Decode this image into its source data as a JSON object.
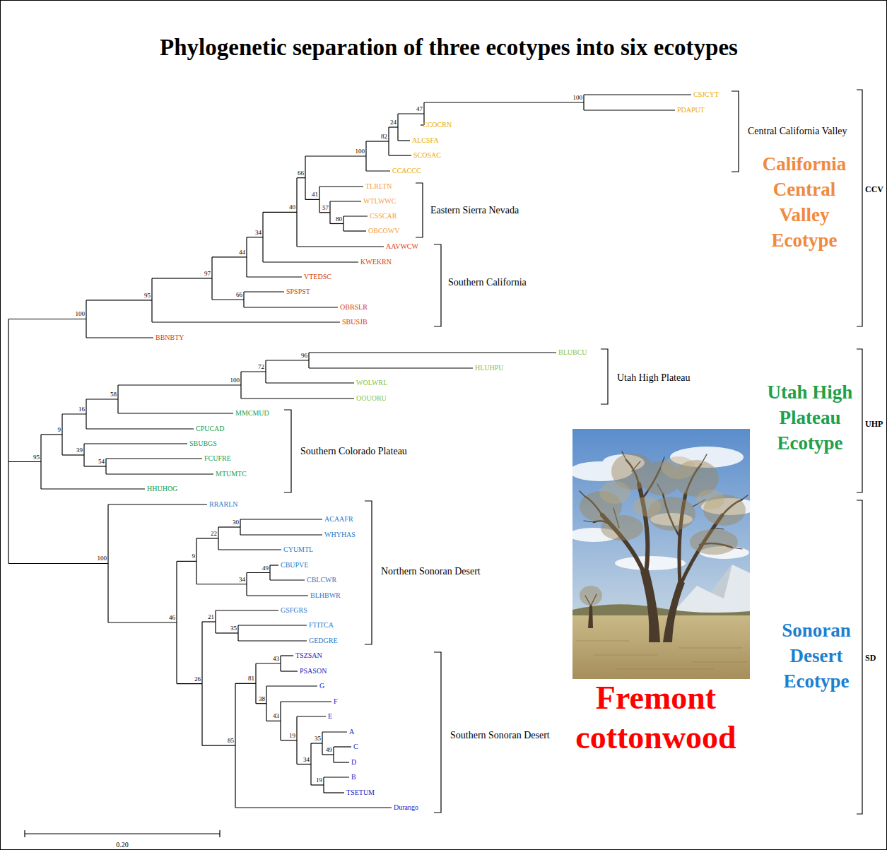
{
  "diagram": {
    "title": "Phylogenetic separation of three ecotypes into six ecotypes",
    "labels": [
      "CSJCYT",
      "PDAPUT",
      "CCOCRN",
      "ALCSFA",
      "SCOSAC",
      "CCACCC",
      "TLRLTN",
      "WTLWWC",
      "CSSCAR",
      "OBCOWV",
      "AAVWCW",
      "KWEKRN",
      "VTEDSC",
      "SPSPST",
      "OBRSLR",
      "SBUSJB",
      "BBNBTY",
      "BLUBCU",
      "HLUHPU",
      "WOLWRL",
      "OOUORU",
      "MMCMUD",
      "CPUCAD",
      "SBUBGS",
      "FCUFRE",
      "MTUMTC",
      "HHUHOG",
      "RRARLN",
      "ACAAFR",
      "WHYHAS",
      "CYUMTL",
      "CBUPVE",
      "CBLCWR",
      "BLHBWR",
      "GSFGRS",
      "FTITCA",
      "GEDGRE",
      "TSZSAN",
      "PSASON",
      "G",
      "F",
      "E",
      "A",
      "C",
      "D",
      "B",
      "TSETUM",
      "Durango",
      "100",
      "47",
      "24",
      "82",
      "100",
      "66",
      "41",
      "57",
      "80",
      "40",
      "34",
      "44",
      "97",
      "66",
      "95",
      "100",
      "96",
      "72",
      "100",
      "58",
      "16",
      "9",
      "39",
      "54",
      "95",
      "100",
      "30",
      "22",
      "9",
      "49",
      "34",
      "46",
      "35",
      "21",
      "26",
      "85",
      "43",
      "81",
      "38",
      "43",
      "19",
      "35",
      "49",
      "34",
      "19",
      "Central California Valley",
      "Eastern Sierra Nevada",
      "Southern California",
      "Utah High Plateau",
      "Southern Colorado Plateau",
      "Northern Sonoran Desert",
      "Southern Sonoran Desert",
      "California Central Valley Ecotype",
      "Utah High Plateau Ecotype",
      "Sonoran Desert Ecotype",
      "CCV",
      "UHP",
      "SD",
      "Fremont cottonwood",
      "0.20"
    ]
  }
}
